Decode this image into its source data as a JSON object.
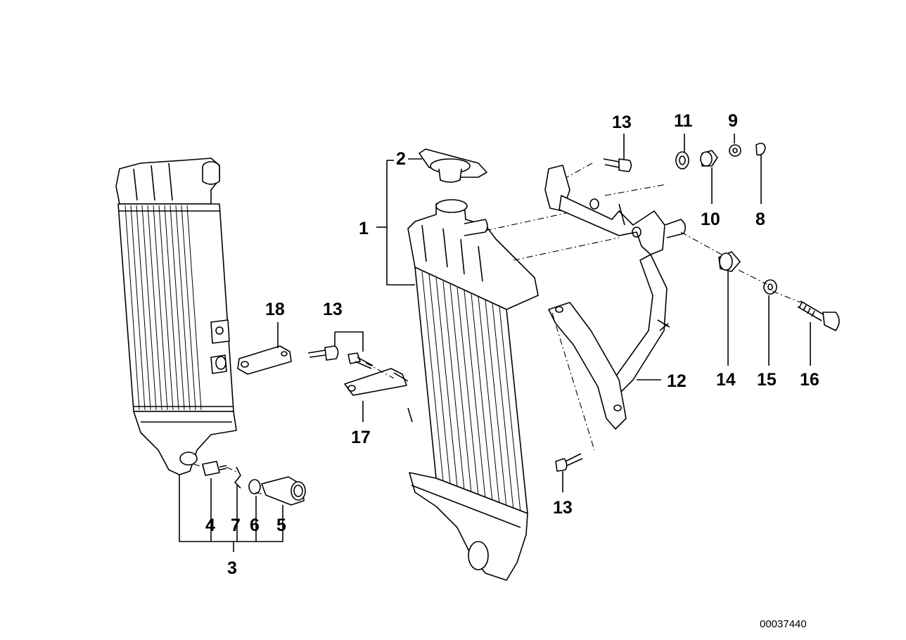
{
  "callouts": {
    "c1": "1",
    "c2": "2",
    "c3": "3",
    "c4": "4",
    "c5": "5",
    "c6": "6",
    "c7": "7",
    "c8": "8",
    "c9": "9",
    "c10": "10",
    "c11": "11",
    "c12": "12",
    "c13a": "13",
    "c13b": "13",
    "c13c": "13",
    "c14": "14",
    "c15": "15",
    "c16": "16",
    "c17": "17",
    "c18": "18"
  },
  "diagram_code": "00037440"
}
